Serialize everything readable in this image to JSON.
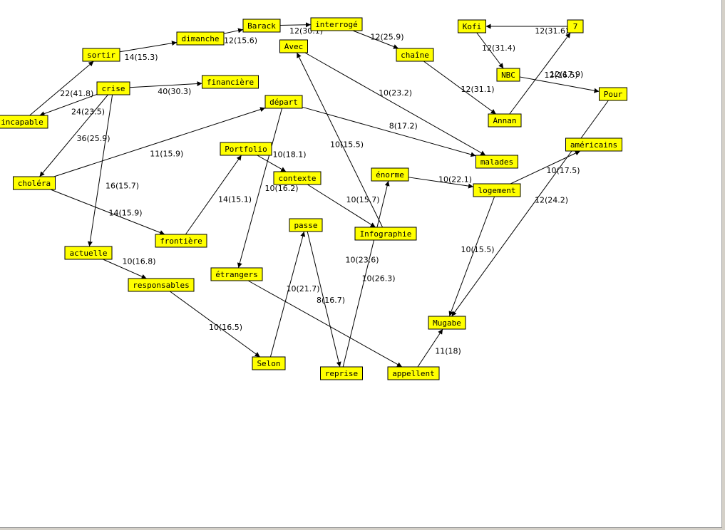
{
  "colors": {
    "node_fill": "#ffff00",
    "node_border": "#000000",
    "edge": "#000000",
    "background": "#ffffff"
  },
  "nodes": [
    {
      "id": "incapable",
      "label": "incapable"
    },
    {
      "id": "sortir",
      "label": "sortir"
    },
    {
      "id": "dimanche",
      "label": "dimanche"
    },
    {
      "id": "barack",
      "label": "Barack"
    },
    {
      "id": "interroge",
      "label": "interrogé"
    },
    {
      "id": "avec",
      "label": "Avec"
    },
    {
      "id": "chaine",
      "label": "chaîne"
    },
    {
      "id": "kofi",
      "label": "Kofi"
    },
    {
      "id": "seven",
      "label": "7"
    },
    {
      "id": "nbc",
      "label": "NBC"
    },
    {
      "id": "pour",
      "label": "Pour"
    },
    {
      "id": "crise",
      "label": "crise"
    },
    {
      "id": "financiere",
      "label": "financière"
    },
    {
      "id": "depart",
      "label": "départ"
    },
    {
      "id": "annan",
      "label": "Annan"
    },
    {
      "id": "americains",
      "label": "américains"
    },
    {
      "id": "malades",
      "label": "malades"
    },
    {
      "id": "portfolio",
      "label": "Portfolio"
    },
    {
      "id": "contexte",
      "label": "contexte"
    },
    {
      "id": "enorme",
      "label": "énorme"
    },
    {
      "id": "logement",
      "label": "logement"
    },
    {
      "id": "cholera",
      "label": "choléra"
    },
    {
      "id": "frontiere",
      "label": "frontière"
    },
    {
      "id": "passe",
      "label": "passe"
    },
    {
      "id": "infographie",
      "label": "Infographie"
    },
    {
      "id": "actuelle",
      "label": "actuelle"
    },
    {
      "id": "etrangers",
      "label": "étrangers"
    },
    {
      "id": "responsables",
      "label": "responsables"
    },
    {
      "id": "mugabe",
      "label": "Mugabe"
    },
    {
      "id": "selon",
      "label": "Selon"
    },
    {
      "id": "reprise",
      "label": "reprise"
    },
    {
      "id": "appellent",
      "label": "appellent"
    }
  ],
  "edges": [
    {
      "from": "incapable",
      "to": "sortir",
      "label": ""
    },
    {
      "from": "sortir",
      "to": "dimanche",
      "label": "14(15.3)"
    },
    {
      "from": "dimanche",
      "to": "barack",
      "label": "12(15.6)"
    },
    {
      "from": "barack",
      "to": "interroge",
      "label": "12(30.1)"
    },
    {
      "from": "interroge",
      "to": "chaine",
      "label": "12(25.9)"
    },
    {
      "from": "chaine",
      "to": "annan",
      "label": "12(31.1)"
    },
    {
      "from": "annan",
      "to": "seven",
      "label": ""
    },
    {
      "from": "seven",
      "to": "kofi",
      "label": "12(31.6)"
    },
    {
      "from": "kofi",
      "to": "nbc",
      "label": "12(31.4)"
    },
    {
      "from": "nbc",
      "to": "pour",
      "label": "12(17.9)"
    },
    {
      "from": "crise",
      "to": "incapable",
      "label": "22(41.8)"
    },
    {
      "from": "crise",
      "to": "financiere",
      "label": "40(30.3)"
    },
    {
      "from": "crise",
      "to": "cholera",
      "label": "24(23.5)"
    },
    {
      "from": "crise",
      "to": "actuelle",
      "label": "16(15.7)"
    },
    {
      "from": "cholera",
      "to": "depart",
      "label": "11(15.9)"
    },
    {
      "from": "cholera",
      "to": "frontiere",
      "label": "14(15.9)"
    },
    {
      "from": "depart",
      "to": "malades",
      "label": "8(17.2)"
    },
    {
      "from": "depart",
      "to": "etrangers",
      "label": ""
    },
    {
      "from": "frontiere",
      "to": "portfolio",
      "label": "14(15.1)"
    },
    {
      "from": "portfolio",
      "to": "contexte",
      "label": "10(18.1)"
    },
    {
      "from": "contexte",
      "to": "infographie",
      "label": "10(15.7)"
    },
    {
      "from": "infographie",
      "to": "avec",
      "label": "10(15.5)"
    },
    {
      "from": "avec",
      "to": "malades",
      "label": "10(23.2)"
    },
    {
      "from": "enorme",
      "to": "logement",
      "label": "10(22.1)"
    },
    {
      "from": "logement",
      "to": "americains",
      "label": "10(17.5)"
    },
    {
      "from": "logement",
      "to": "mugabe",
      "label": "10(15.5)"
    },
    {
      "from": "pour",
      "to": "mugabe",
      "label": "12(24.2)"
    },
    {
      "from": "actuelle",
      "to": "responsables",
      "label": "10(16.8)"
    },
    {
      "from": "responsables",
      "to": "selon",
      "label": "10(16.5)"
    },
    {
      "from": "selon",
      "to": "passe",
      "label": "10(21.7)"
    },
    {
      "from": "passe",
      "to": "reprise",
      "label": "8(16.7)"
    },
    {
      "from": "reprise",
      "to": "enorme",
      "label": "10(23.6)"
    },
    {
      "from": "etrangers",
      "to": "appellent",
      "label": "10(26.3)"
    },
    {
      "from": "appellent",
      "to": "mugabe",
      "label": "11(18)"
    }
  ],
  "extra_labels": [
    "36(25.9)",
    "10(16.2)",
    "12(16.5)"
  ]
}
